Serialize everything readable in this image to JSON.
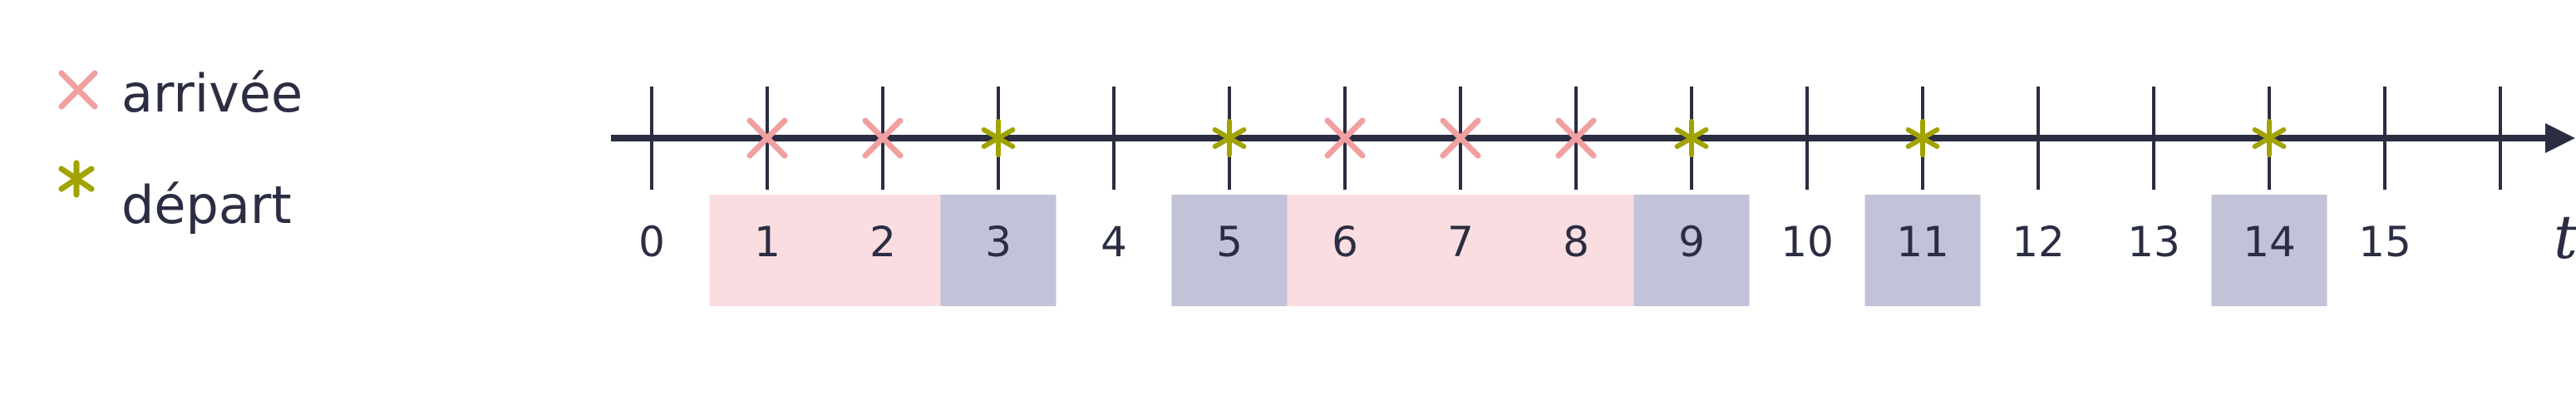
{
  "legend": {
    "items": [
      {
        "label": "arrivée",
        "symbol": "cross-icon",
        "color": "#f0a0a0"
      },
      {
        "label": "départ",
        "symbol": "asterisk-icon",
        "color": "#a1a300"
      }
    ]
  },
  "axis": {
    "variable": "t",
    "ticks": [
      0,
      1,
      2,
      3,
      4,
      5,
      6,
      7,
      8,
      9,
      10,
      11,
      12,
      13,
      14,
      15
    ],
    "range": [
      0,
      16
    ],
    "color": "#2b2d42"
  },
  "events": {
    "arrivals": [
      1,
      2,
      6,
      7,
      8
    ],
    "departures": [
      3,
      5,
      9,
      11,
      14
    ]
  },
  "shaded_cells": {
    "arrival_color": "#f9dde0",
    "departure_color": "#c2c3d8",
    "arrival_slots": [
      1,
      2,
      6,
      7,
      8
    ],
    "departure_slots": [
      3,
      5,
      9,
      11,
      14
    ]
  }
}
